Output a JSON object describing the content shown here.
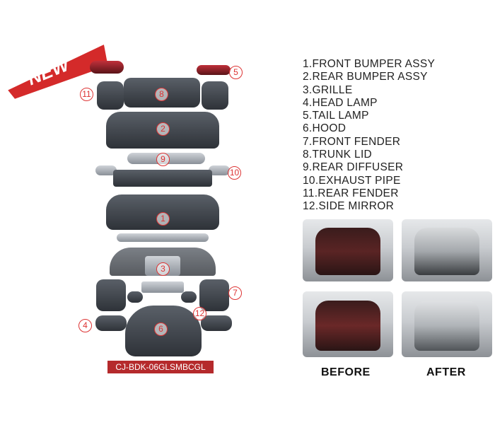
{
  "badge": "NEW",
  "product_code": "CJ-BDK-06GLSMBCGL",
  "parts": [
    "1.FRONT BUMPER ASSY",
    "2.REAR BUMPER ASSY",
    "3.GRILLE",
    "4.HEAD LAMP",
    "5.TAIL LAMP",
    "6.HOOD",
    "7.FRONT FENDER",
    "8.TRUNK LID",
    "9.REAR DIFFUSER",
    "10.EXHAUST PIPE",
    "11.REAR FENDER",
    "12.SIDE MIRROR"
  ],
  "callouts": {
    "c1": "1",
    "c2": "2",
    "c3": "3",
    "c4": "4",
    "c5": "5",
    "c6": "6",
    "c7": "7",
    "c8": "8",
    "c9": "9",
    "c10": "10",
    "c11": "11",
    "c12": "12"
  },
  "labels": {
    "before": "BEFORE",
    "after": "AFTER"
  },
  "colors": {
    "accent": "#b52a2c"
  }
}
